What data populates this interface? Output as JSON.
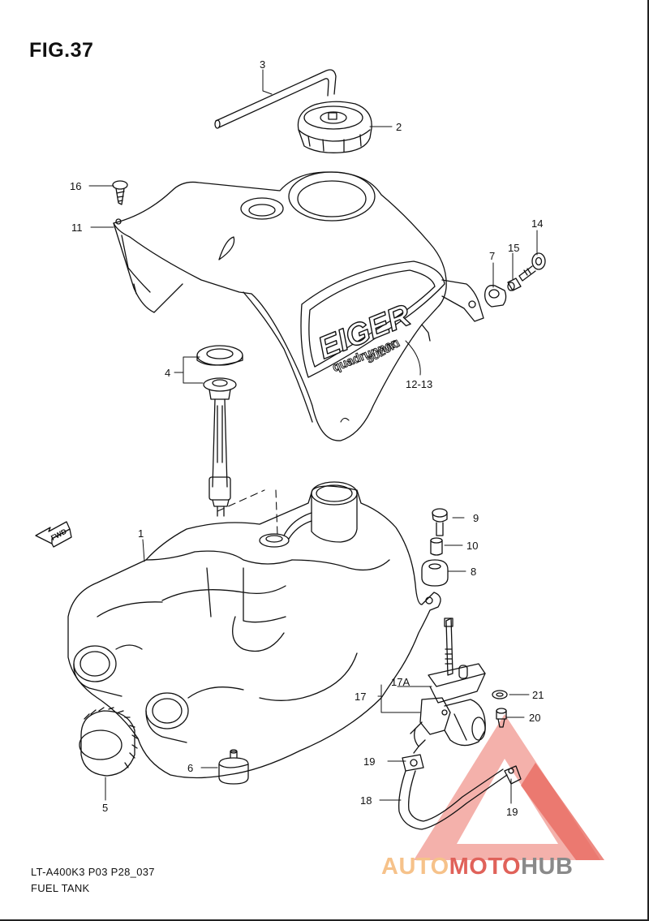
{
  "figure": {
    "title": "FIG.37"
  },
  "footer": {
    "model_code": "LT-A400K3 P03 P28_037",
    "section_name": "FUEL TANK"
  },
  "tank_cover": {
    "emblem_main": "EIGER",
    "emblem_sub": "quadrunner",
    "emblem_brand": "SUZUKI"
  },
  "fwd_arrow": {
    "label": "FWD"
  },
  "callouts": [
    {
      "id": "1",
      "label": "1"
    },
    {
      "id": "2",
      "label": "2"
    },
    {
      "id": "3",
      "label": "3"
    },
    {
      "id": "4",
      "label": "4"
    },
    {
      "id": "5",
      "label": "5"
    },
    {
      "id": "6",
      "label": "6"
    },
    {
      "id": "7",
      "label": "7"
    },
    {
      "id": "8",
      "label": "8"
    },
    {
      "id": "9",
      "label": "9"
    },
    {
      "id": "10",
      "label": "10"
    },
    {
      "id": "11",
      "label": "11"
    },
    {
      "id": "12-13",
      "label": "12-13"
    },
    {
      "id": "14",
      "label": "14"
    },
    {
      "id": "15",
      "label": "15"
    },
    {
      "id": "16",
      "label": "16"
    },
    {
      "id": "17",
      "label": "17"
    },
    {
      "id": "17A",
      "label": "17A"
    },
    {
      "id": "18",
      "label": "18"
    },
    {
      "id": "19a",
      "label": "19"
    },
    {
      "id": "19b",
      "label": "19"
    },
    {
      "id": "20",
      "label": "20"
    },
    {
      "id": "21",
      "label": "21"
    }
  ],
  "watermark": {
    "part1": "AUTO",
    "part2": "MOTO",
    "part3": "HUB",
    "colors": {
      "orange": "#f6c28a",
      "red": "#e0625a",
      "gray": "#8a8a8a"
    }
  }
}
